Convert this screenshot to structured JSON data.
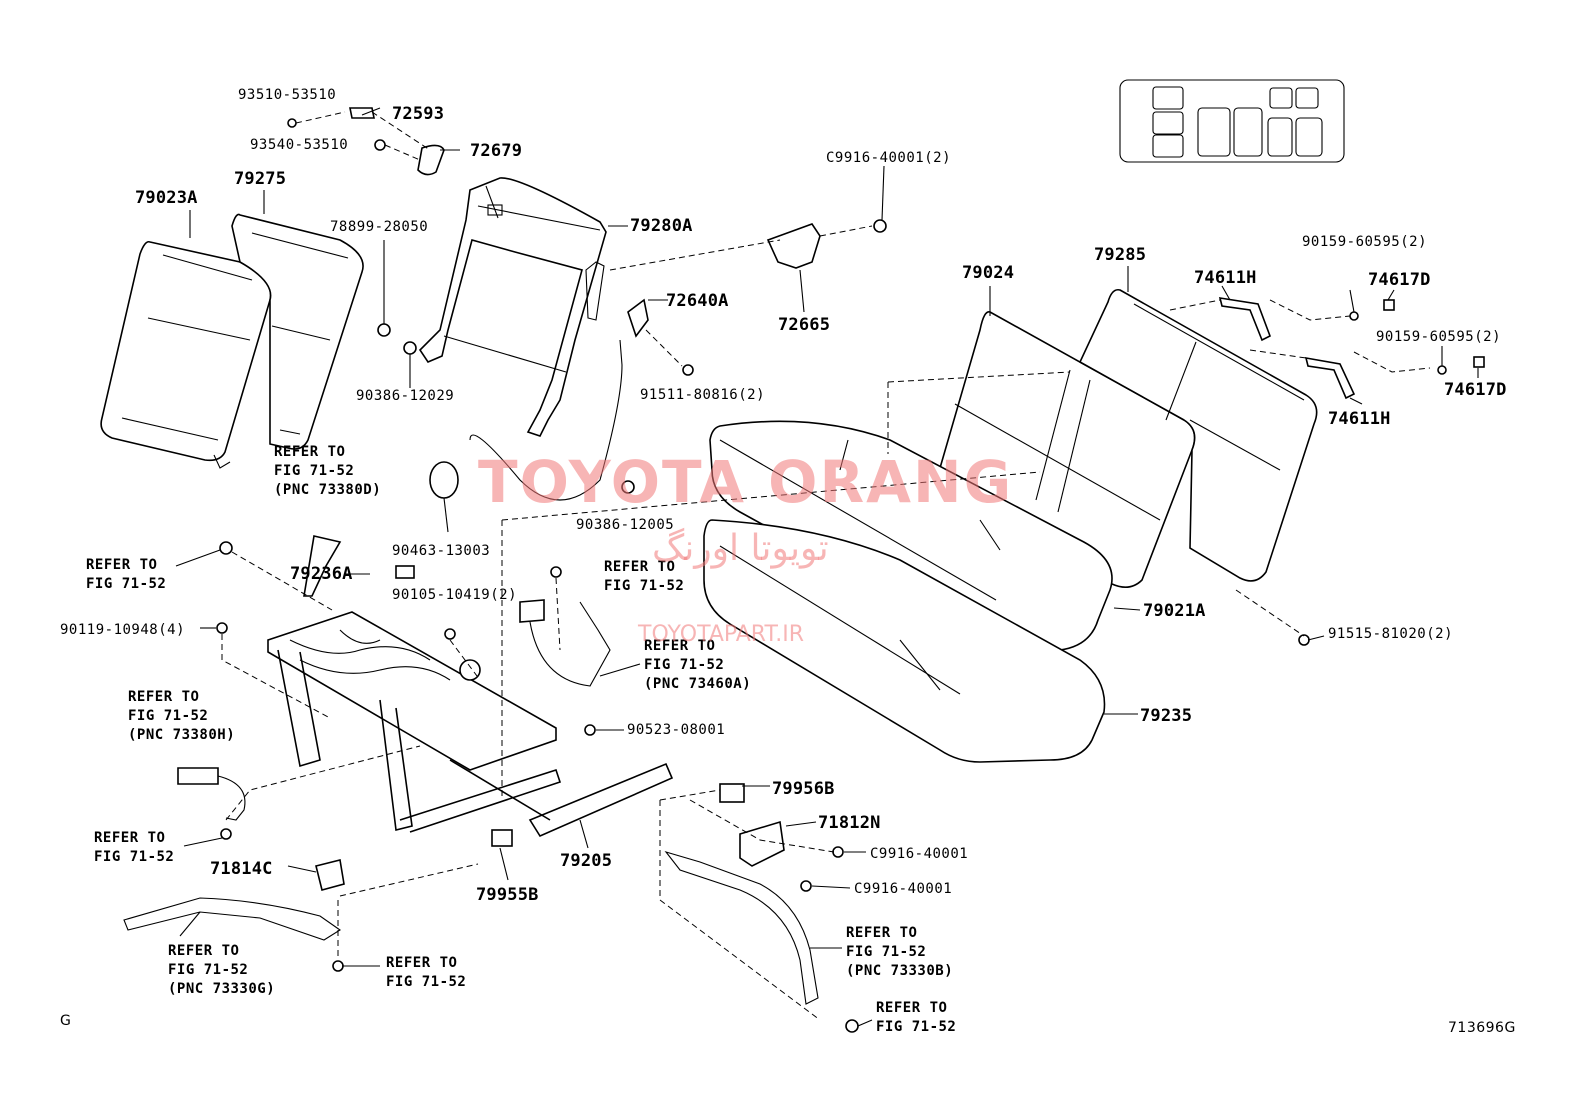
{
  "labels": {
    "p93510": "93510-53510",
    "p72593": "72593",
    "p93540": "93540-53510",
    "p72679": "72679",
    "p79023A": "79023A",
    "p79275": "79275",
    "p78899": "78899-28050",
    "p79280A": "79280A",
    "pC9916a": "C9916-40001(2)",
    "p72640A": "72640A",
    "p72665": "72665",
    "p90386a": "90386-12029",
    "p91511": "91511-80816(2)",
    "p79024": "79024",
    "p79285": "79285",
    "p74611Ha": "74611H",
    "p90159a": "90159-60595(2)",
    "p74617Da": "74617D",
    "p90159b": "90159-60595(2)",
    "p74617Db": "74617D",
    "p74611Hb": "74611H",
    "ref1": "REFER TO\nFIG 71-52\n(PNC 73380D)",
    "p90386b": "90386-12005",
    "p90463": "90463-13003",
    "ref2": "REFER TO\nFIG 71-52",
    "p79236A": "79236A",
    "ref3": "REFER TO\nFIG 71-52",
    "p90105": "90105-10419(2)",
    "p79021A": "79021A",
    "p91515": "91515-81020(2)",
    "p90119": "90119-10948(4)",
    "ref4": "REFER TO\nFIG 71-52\n(PNC 73460A)",
    "ref5": "REFER TO\nFIG 71-52\n(PNC 73380H)",
    "p90523": "90523-08001",
    "p79235": "79235",
    "p79956B": "79956B",
    "p71812N": "71812N",
    "ref6": "REFER TO\nFIG 71-52",
    "pC9916b": "C9916-40001",
    "p71814C": "71814C",
    "p79205": "79205",
    "pC9916c": "C9916-40001",
    "p79955B": "79955B",
    "ref7": "REFER TO\nFIG 71-52\n(PNC 73330B)",
    "ref8": "REFER TO\nFIG 71-52\n(PNC 73330G)",
    "ref9": "REFER TO\nFIG 71-52",
    "ref10": "REFER TO\nFIG 71-52",
    "corner_g": "G",
    "fig_code": "713696G"
  },
  "watermark": {
    "main": "TOYOTA ORANG",
    "persian": "تویوتا اورنگ",
    "url": "TOYOTAPART.IR"
  },
  "colors": {
    "line": "#000000",
    "watermark": "#f07878"
  }
}
